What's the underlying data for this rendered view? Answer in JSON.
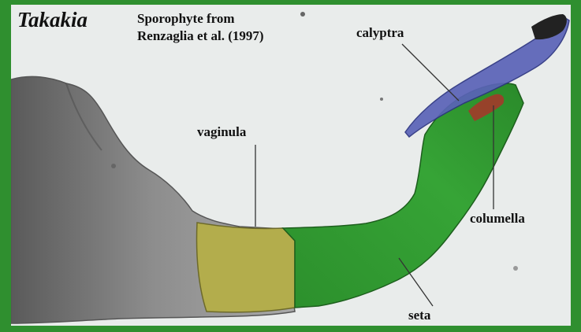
{
  "title": "Takakia",
  "credit": {
    "line1": "Sporophyte from",
    "line2": "Renzaglia et al. (1997)"
  },
  "labels": {
    "calyptra": "calyptra",
    "vaginula": "vaginula",
    "columella": "columella",
    "seta": "seta"
  },
  "colors": {
    "border": "#2f8f2f",
    "background": "#e9eceb",
    "tissue": "#8a8a8a",
    "vaginula": "#b3ad4c",
    "seta": "#2f9a2f",
    "calyptra": "#5a63b8",
    "columella": "#a33a2a"
  }
}
